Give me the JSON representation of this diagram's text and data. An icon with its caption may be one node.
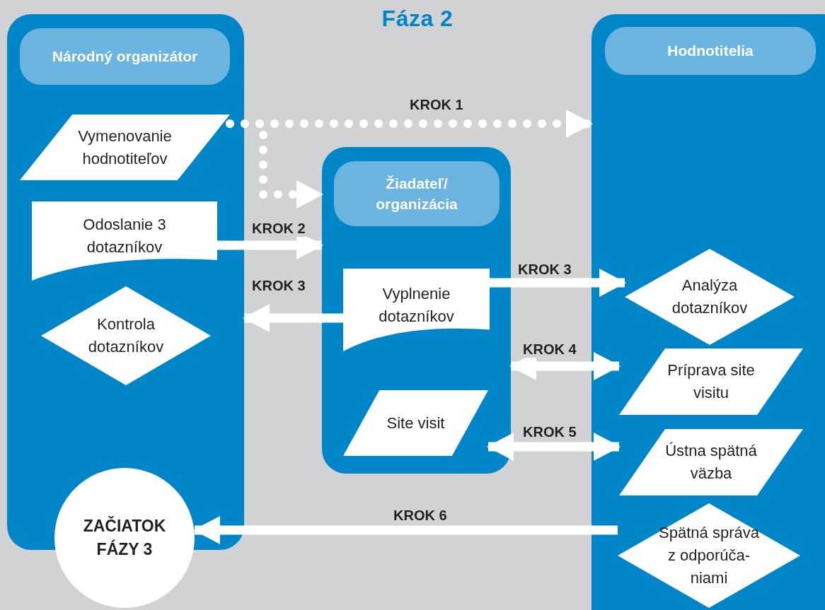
{
  "diagram": {
    "title": "Fáza 2",
    "nodes": [
      {
        "text": [
          "Národný organizátor"
        ]
      },
      {
        "text": [
          "Vymenovanie hodnotiteľov"
        ],
        "in": 0
      },
      {
        "text": [
          "Odoslanie 3 dotazníkov"
        ],
        "in": 0
      },
      {
        "text": [
          "Kontrola dotazníkov"
        ],
        "in": 0
      },
      {
        "text": [
          "ZAČIATOK FÁZY 3"
        ]
      },
      {
        "text": [
          "Hodnotitelia"
        ]
      },
      {
        "text": [
          "Žiadateľ/ organizácia"
        ]
      },
      {
        "text": [
          "Vyplnenie dotazníkov"
        ],
        "in": 6
      },
      {
        "text": [
          "Site visit"
        ],
        "in": 6
      },
      {
        "text": [
          "Analýza dotazníkov"
        ],
        "in": 5
      },
      {
        "text": [
          "Príprava site visitu"
        ],
        "in": 5
      },
      {
        "text": [
          "Ústna spätná väzba"
        ],
        "in": 5
      },
      {
        "text": [
          "Spätná správa z odporúča- niami"
        ],
        "in": 5
      }
    ],
    "edges": [
      {
        "from": 1,
        "to": 5,
        "arrow": "to",
        "label": "KROK 1",
        "style": "dashed"
      },
      {
        "from": 1,
        "to": 6,
        "arrow": "to",
        "style": "dashed"
      },
      {
        "from": 2,
        "to": 6,
        "arrow": "to",
        "label": "KROK 2"
      },
      {
        "from": 7,
        "to": 0,
        "arrow": "to",
        "label": "KROK 3"
      },
      {
        "from": 7,
        "to": 9,
        "arrow": "to",
        "label": "KROK 3"
      },
      {
        "from": 6,
        "to": 10,
        "arrow": "both",
        "label": "KROK 4"
      },
      {
        "from": 8,
        "to": 11,
        "arrow": "both",
        "label": "KROK 5"
      },
      {
        "from": 12,
        "to": 4,
        "arrow": "to",
        "label": "KROK 6"
      }
    ]
  }
}
